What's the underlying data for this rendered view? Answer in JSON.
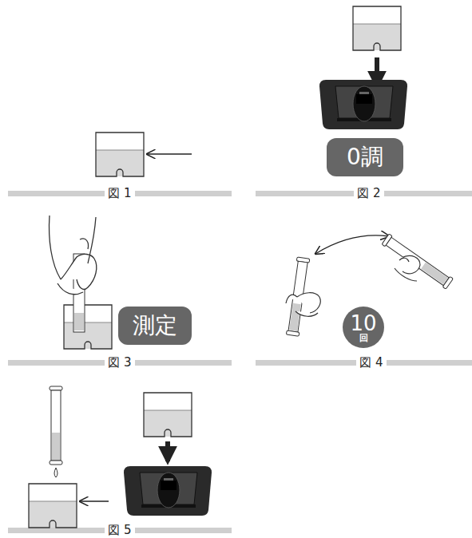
{
  "diagram": {
    "nodes": [
      {
        "text": [
          "0調"
        ]
      },
      {
        "text": [
          "測定"
        ]
      },
      {
        "text": [
          "10",
          "回"
        ]
      }
    ],
    "labels": [
      "図 1",
      "図 2",
      "図 3",
      "図 4",
      "図 5"
    ]
  }
}
